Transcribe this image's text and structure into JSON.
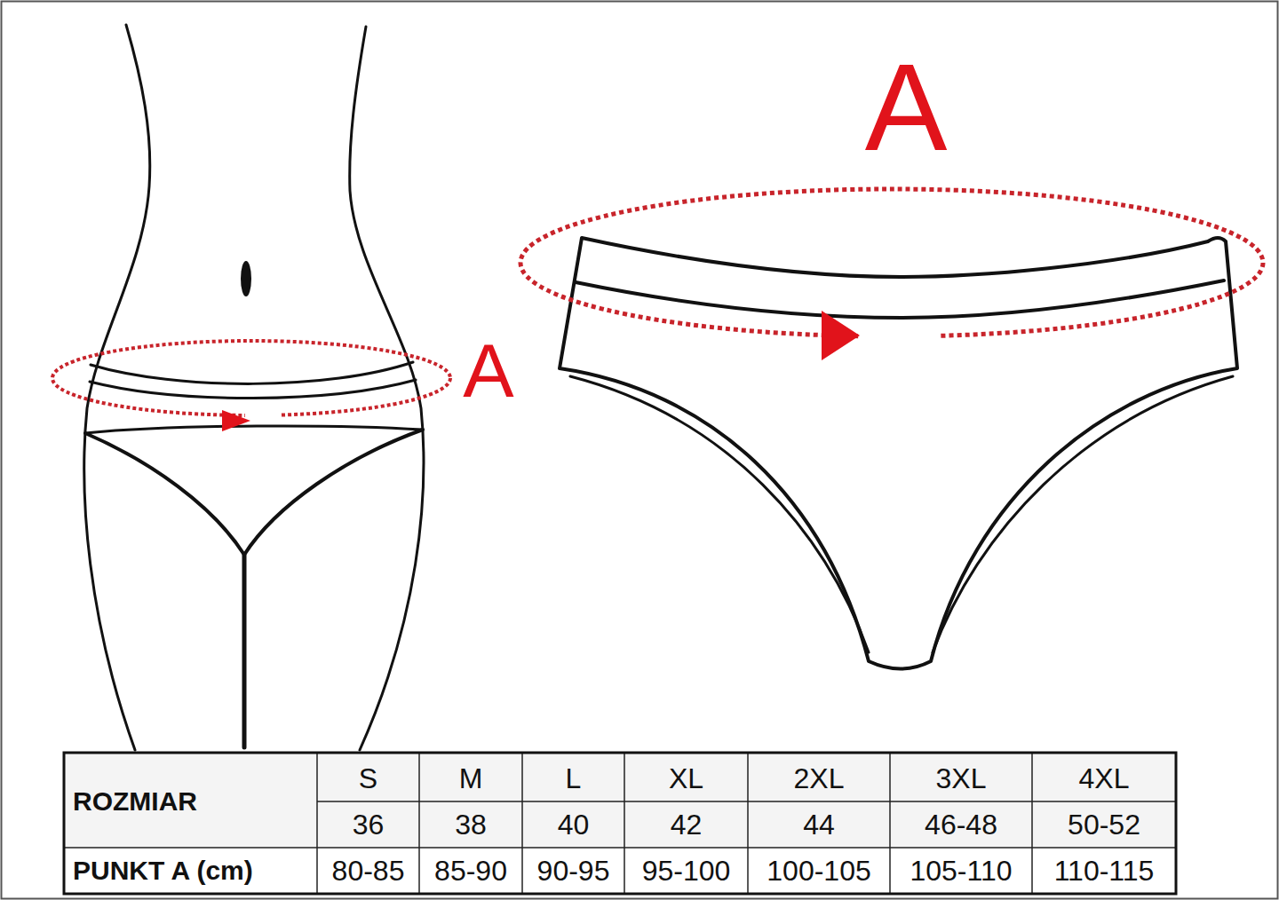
{
  "diagram": {
    "labels": [
      "A",
      "A",
      "ROZMIAR",
      "S",
      "M",
      "L",
      "XL",
      "2XL",
      "3XL",
      "4XL",
      "36",
      "38",
      "40",
      "42",
      "44",
      "46-48",
      "50-52",
      "PUNKT A (cm)",
      "80-85",
      "85-90",
      "90-95",
      "95-100",
      "100-105",
      "105-110",
      "110-115"
    ]
  }
}
